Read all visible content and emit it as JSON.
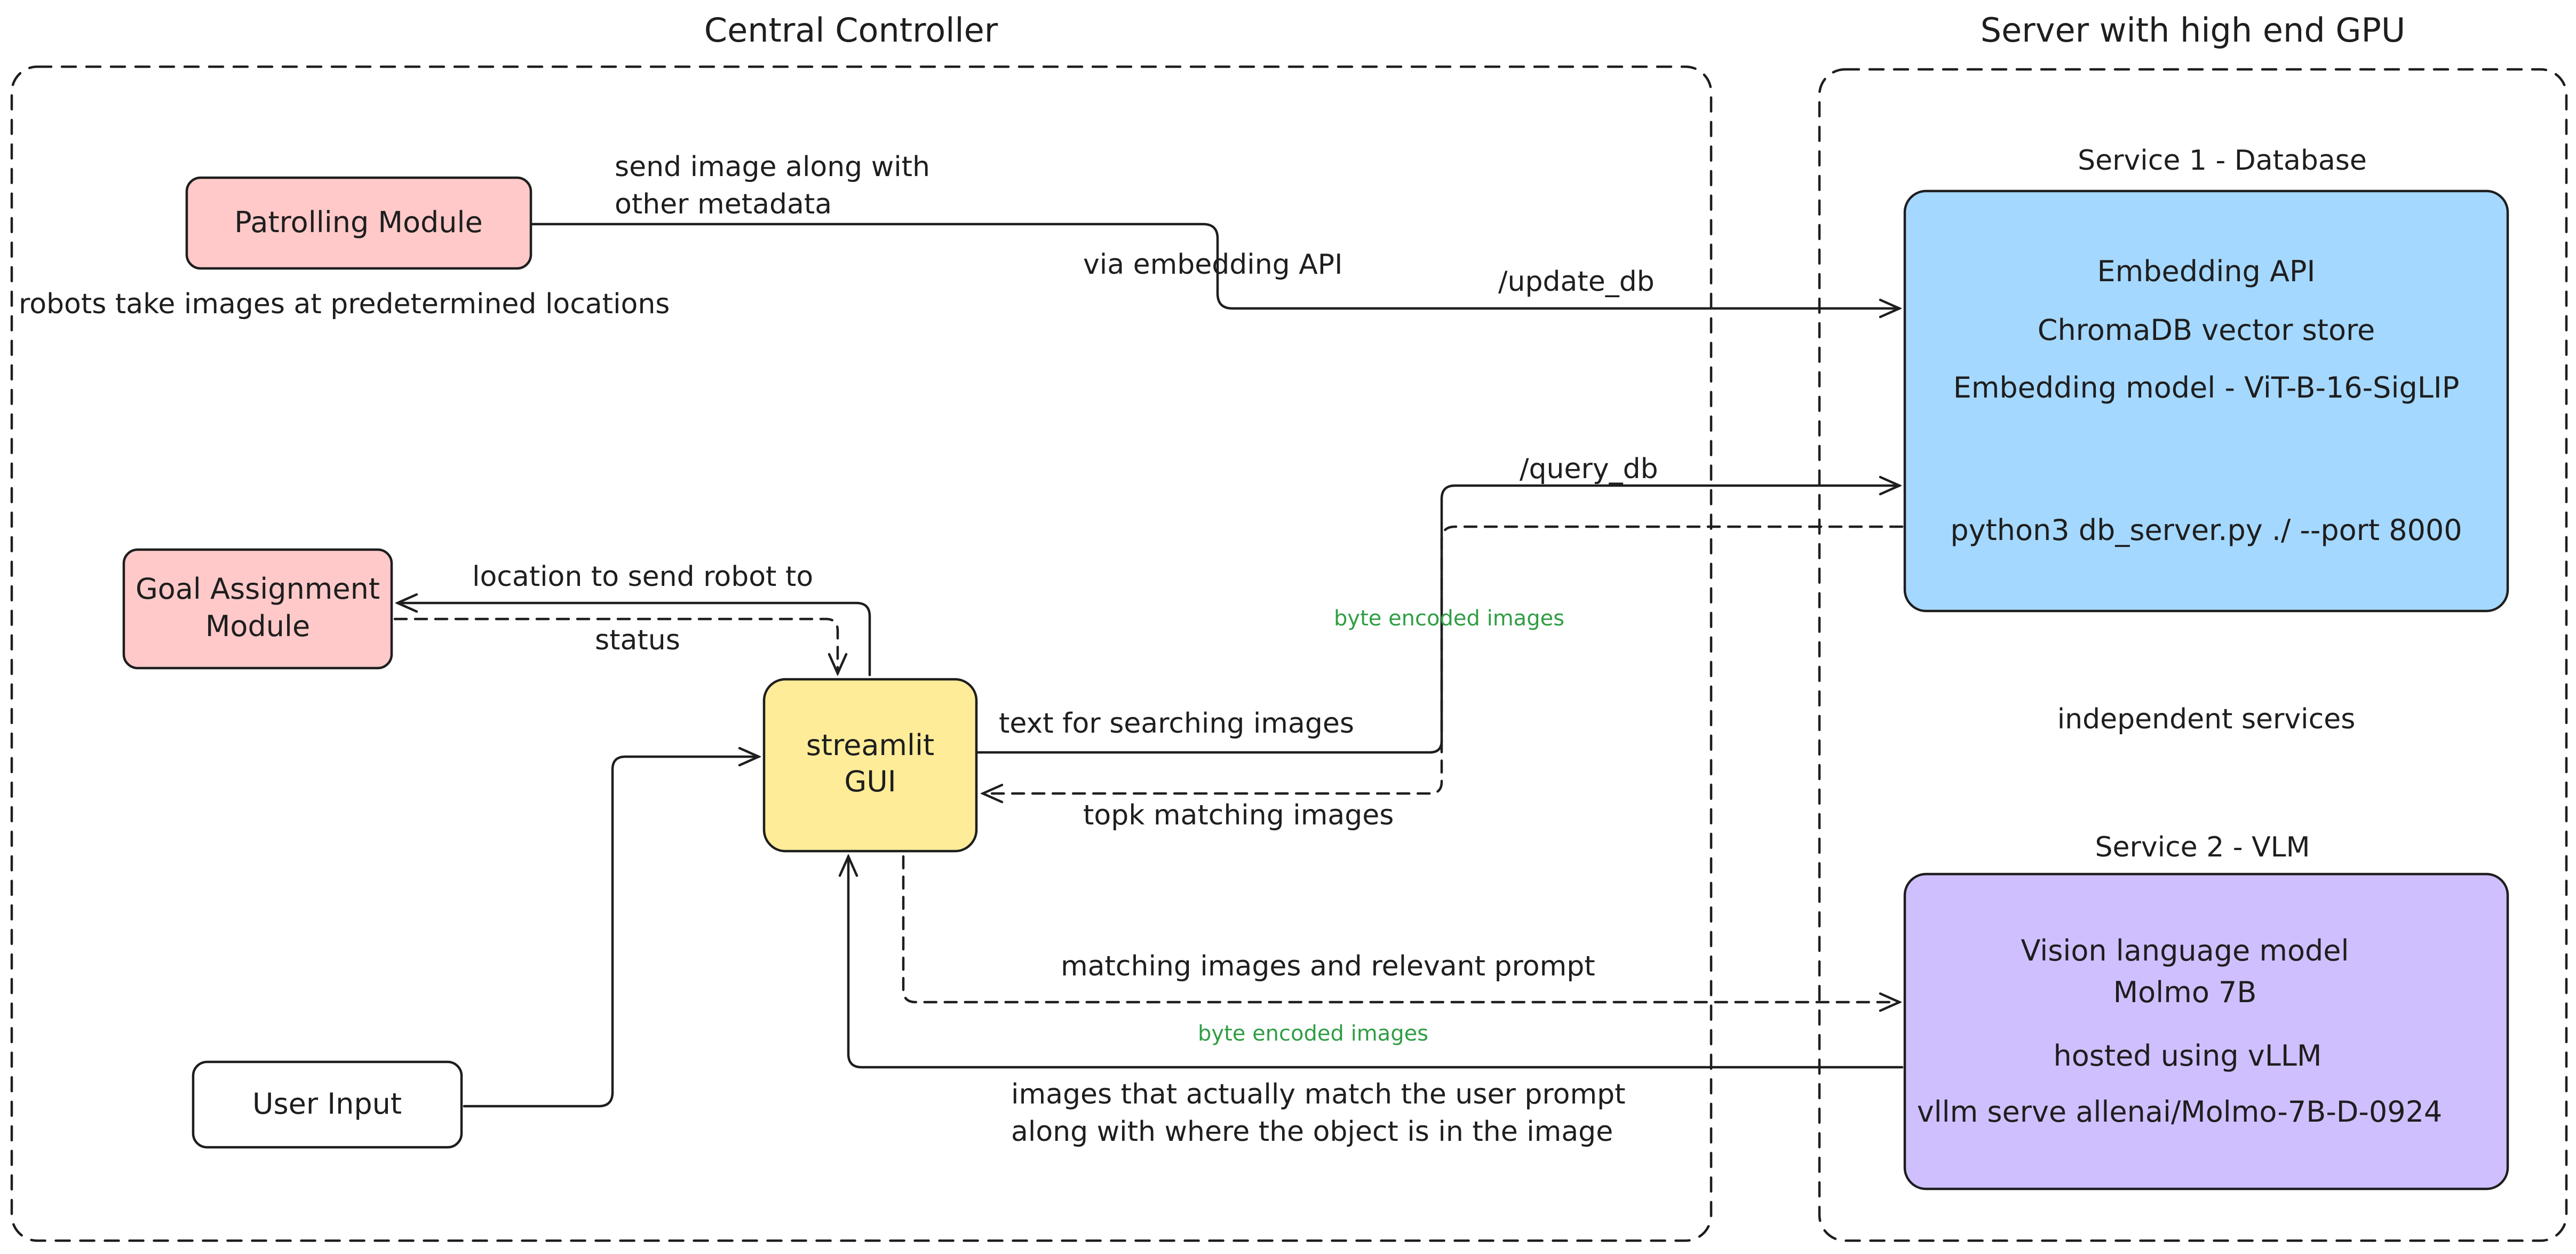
{
  "groups": {
    "central": {
      "title": "Central Controller"
    },
    "server": {
      "title": "Server with high end GPU"
    }
  },
  "nodes": {
    "patrolling": {
      "label": "Patrolling Module",
      "fill": "#ffc9c9"
    },
    "goal": {
      "lines": [
        "Goal Assignment",
        "Module"
      ],
      "fill": "#ffc9c9"
    },
    "gui": {
      "lines": [
        "streamlit",
        "GUI"
      ],
      "fill": "#ffec99"
    },
    "user_input": {
      "label": "User Input",
      "fill": "#ffffff"
    },
    "service1": {
      "heading": "Service 1 - Database",
      "lines": [
        "Embedding API",
        "ChromaDB vector store",
        "Embedding model - ViT-B-16-SigLIP",
        "python3 db_server.py ./ --port 8000"
      ],
      "fill": "#a5d8ff"
    },
    "service2": {
      "heading": "Service 2 - VLM",
      "lines": [
        "Vision language model",
        "Molmo 7B",
        "hosted using vLLM",
        "vllm serve allenai/Molmo-7B-D-0924"
      ],
      "fill": "#d0bfff"
    }
  },
  "annotations": {
    "robots_note": "robots take images at predetermined locations",
    "independent": "independent services"
  },
  "edges": {
    "send_image": {
      "lines": [
        "send image along with",
        "other metadata"
      ]
    },
    "via_embedding": "via embedding API",
    "update_db": "/update_db",
    "query_db": "/query_db",
    "byte_encoded_1": "byte encoded images",
    "location": "location to send robot to",
    "status": "status",
    "text_search": "text for searching images",
    "topk": "topk matching images",
    "matching_prompt": "matching images and relevant prompt",
    "byte_encoded_2": "byte encoded images",
    "actual_match": {
      "lines": [
        "images that actually match the user prompt",
        "along with where the object is in the image"
      ]
    }
  }
}
